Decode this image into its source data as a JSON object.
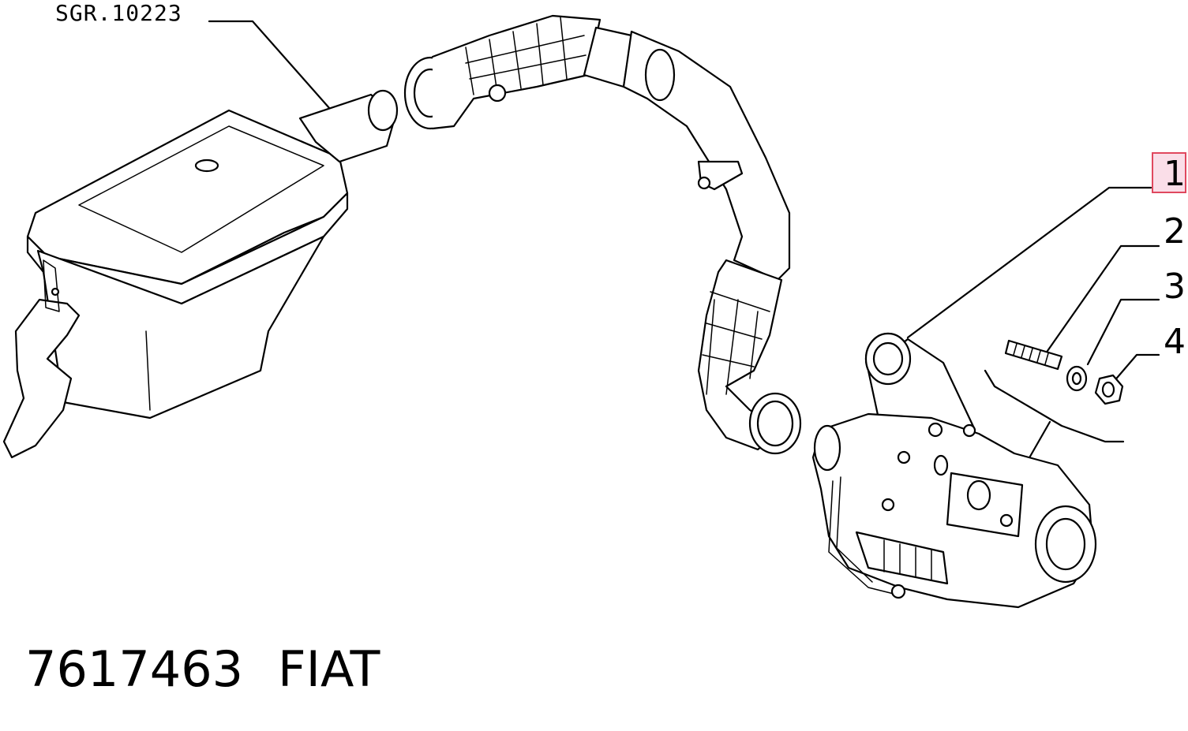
{
  "diagram": {
    "reference_code": "SGR.10223",
    "callouts": [
      "1",
      "2",
      "3",
      "4"
    ],
    "highlighted_callout": "1",
    "highlight_color": "#e0485e",
    "part_number": "7617463",
    "brand": "FIAT"
  }
}
